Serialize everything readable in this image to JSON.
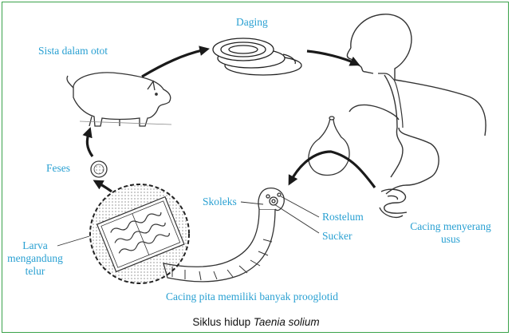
{
  "labels": {
    "meat": "Daging",
    "cyst_in_muscle": "Sista dalam otot",
    "feces": "Feses",
    "larva_line1": "Larva",
    "larva_line2": "mengandung",
    "larva_line3": "telur",
    "scolex": "Skoleks",
    "rostellum": "Rostelum",
    "sucker": "Sucker",
    "attacks_line1": "Cacing menyerang",
    "attacks_line2": "usus",
    "proglottid": "Cacing pita memiliki banyak prooglotid"
  },
  "caption": {
    "prefix": "Siklus hidup",
    "species": "Taenia solium"
  },
  "colors": {
    "label": "#29a0d2",
    "border": "#3aa24a",
    "line": "#1a1a1a"
  },
  "icons": [
    "pig-icon",
    "meat-slices-icon",
    "human-digestive-icon",
    "tapeworm-icon",
    "egg-icon",
    "proglottid-magnified-icon"
  ]
}
